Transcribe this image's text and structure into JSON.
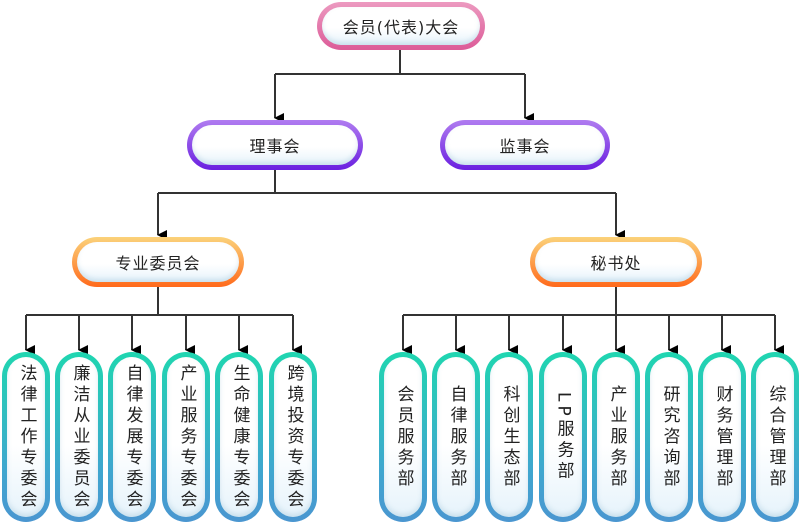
{
  "root": {
    "label": "会员(代表)大会",
    "color": "#dc5b98"
  },
  "level1": [
    {
      "label": "理事会",
      "color": "#6a1fe0"
    },
    {
      "label": "监事会",
      "color": "#6a1fe0"
    }
  ],
  "level2": [
    {
      "label": "专业委员会",
      "color": "#ff6a1c"
    },
    {
      "label": "秘书处",
      "color": "#ff6a1c"
    }
  ],
  "committees": [
    {
      "label": "法律工作专委会"
    },
    {
      "label": "廉洁从业委员会"
    },
    {
      "label": "自律发展专委会"
    },
    {
      "label": "产业服务专委会"
    },
    {
      "label": "生命健康专委会"
    },
    {
      "label": "跨境投资专委会"
    }
  ],
  "departments": [
    {
      "label": "会员服务部"
    },
    {
      "label": "自律服务部"
    },
    {
      "label": "科创生态部"
    },
    {
      "label": "LP服务部"
    },
    {
      "label": "产业服务部"
    },
    {
      "label": "研究咨询部"
    },
    {
      "label": "财务管理部"
    },
    {
      "label": "综合管理部"
    }
  ],
  "colors": {
    "leaf_top": "#1fd6b0",
    "leaf_bottom": "#4a96d0",
    "connector": "#222222"
  }
}
